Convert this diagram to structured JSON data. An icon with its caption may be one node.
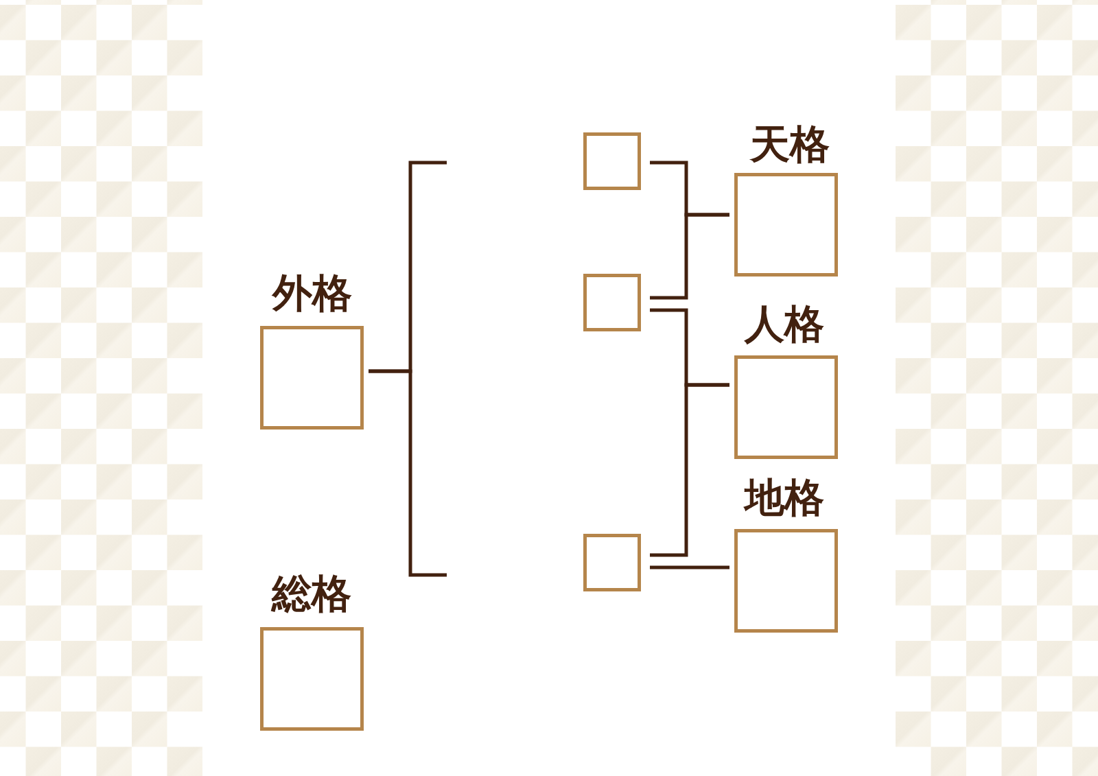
{
  "diagram": {
    "nodes": [
      {
        "text": [
          "外格"
        ]
      },
      {
        "text": [
          "総格"
        ]
      },
      {
        "text": [],
        "shape": "box"
      },
      {
        "text": [],
        "shape": "box"
      },
      {
        "text": [],
        "shape": "box"
      },
      {
        "text": [
          "天格"
        ]
      },
      {
        "text": [
          "人格"
        ]
      },
      {
        "text": [
          "地格"
        ]
      }
    ],
    "edges": [
      {
        "from": 2,
        "to": 5,
        "arrow": "none"
      },
      {
        "from": 3,
        "to": 5,
        "arrow": "none"
      },
      {
        "from": 3,
        "to": 6,
        "arrow": "none"
      },
      {
        "from": 4,
        "to": 6,
        "arrow": "none"
      },
      {
        "from": 4,
        "to": 7,
        "arrow": "none"
      },
      {
        "from": null,
        "to": 0,
        "arrow": "none"
      },
      {
        "from": null,
        "to": 0,
        "arrow": "none"
      }
    ]
  }
}
